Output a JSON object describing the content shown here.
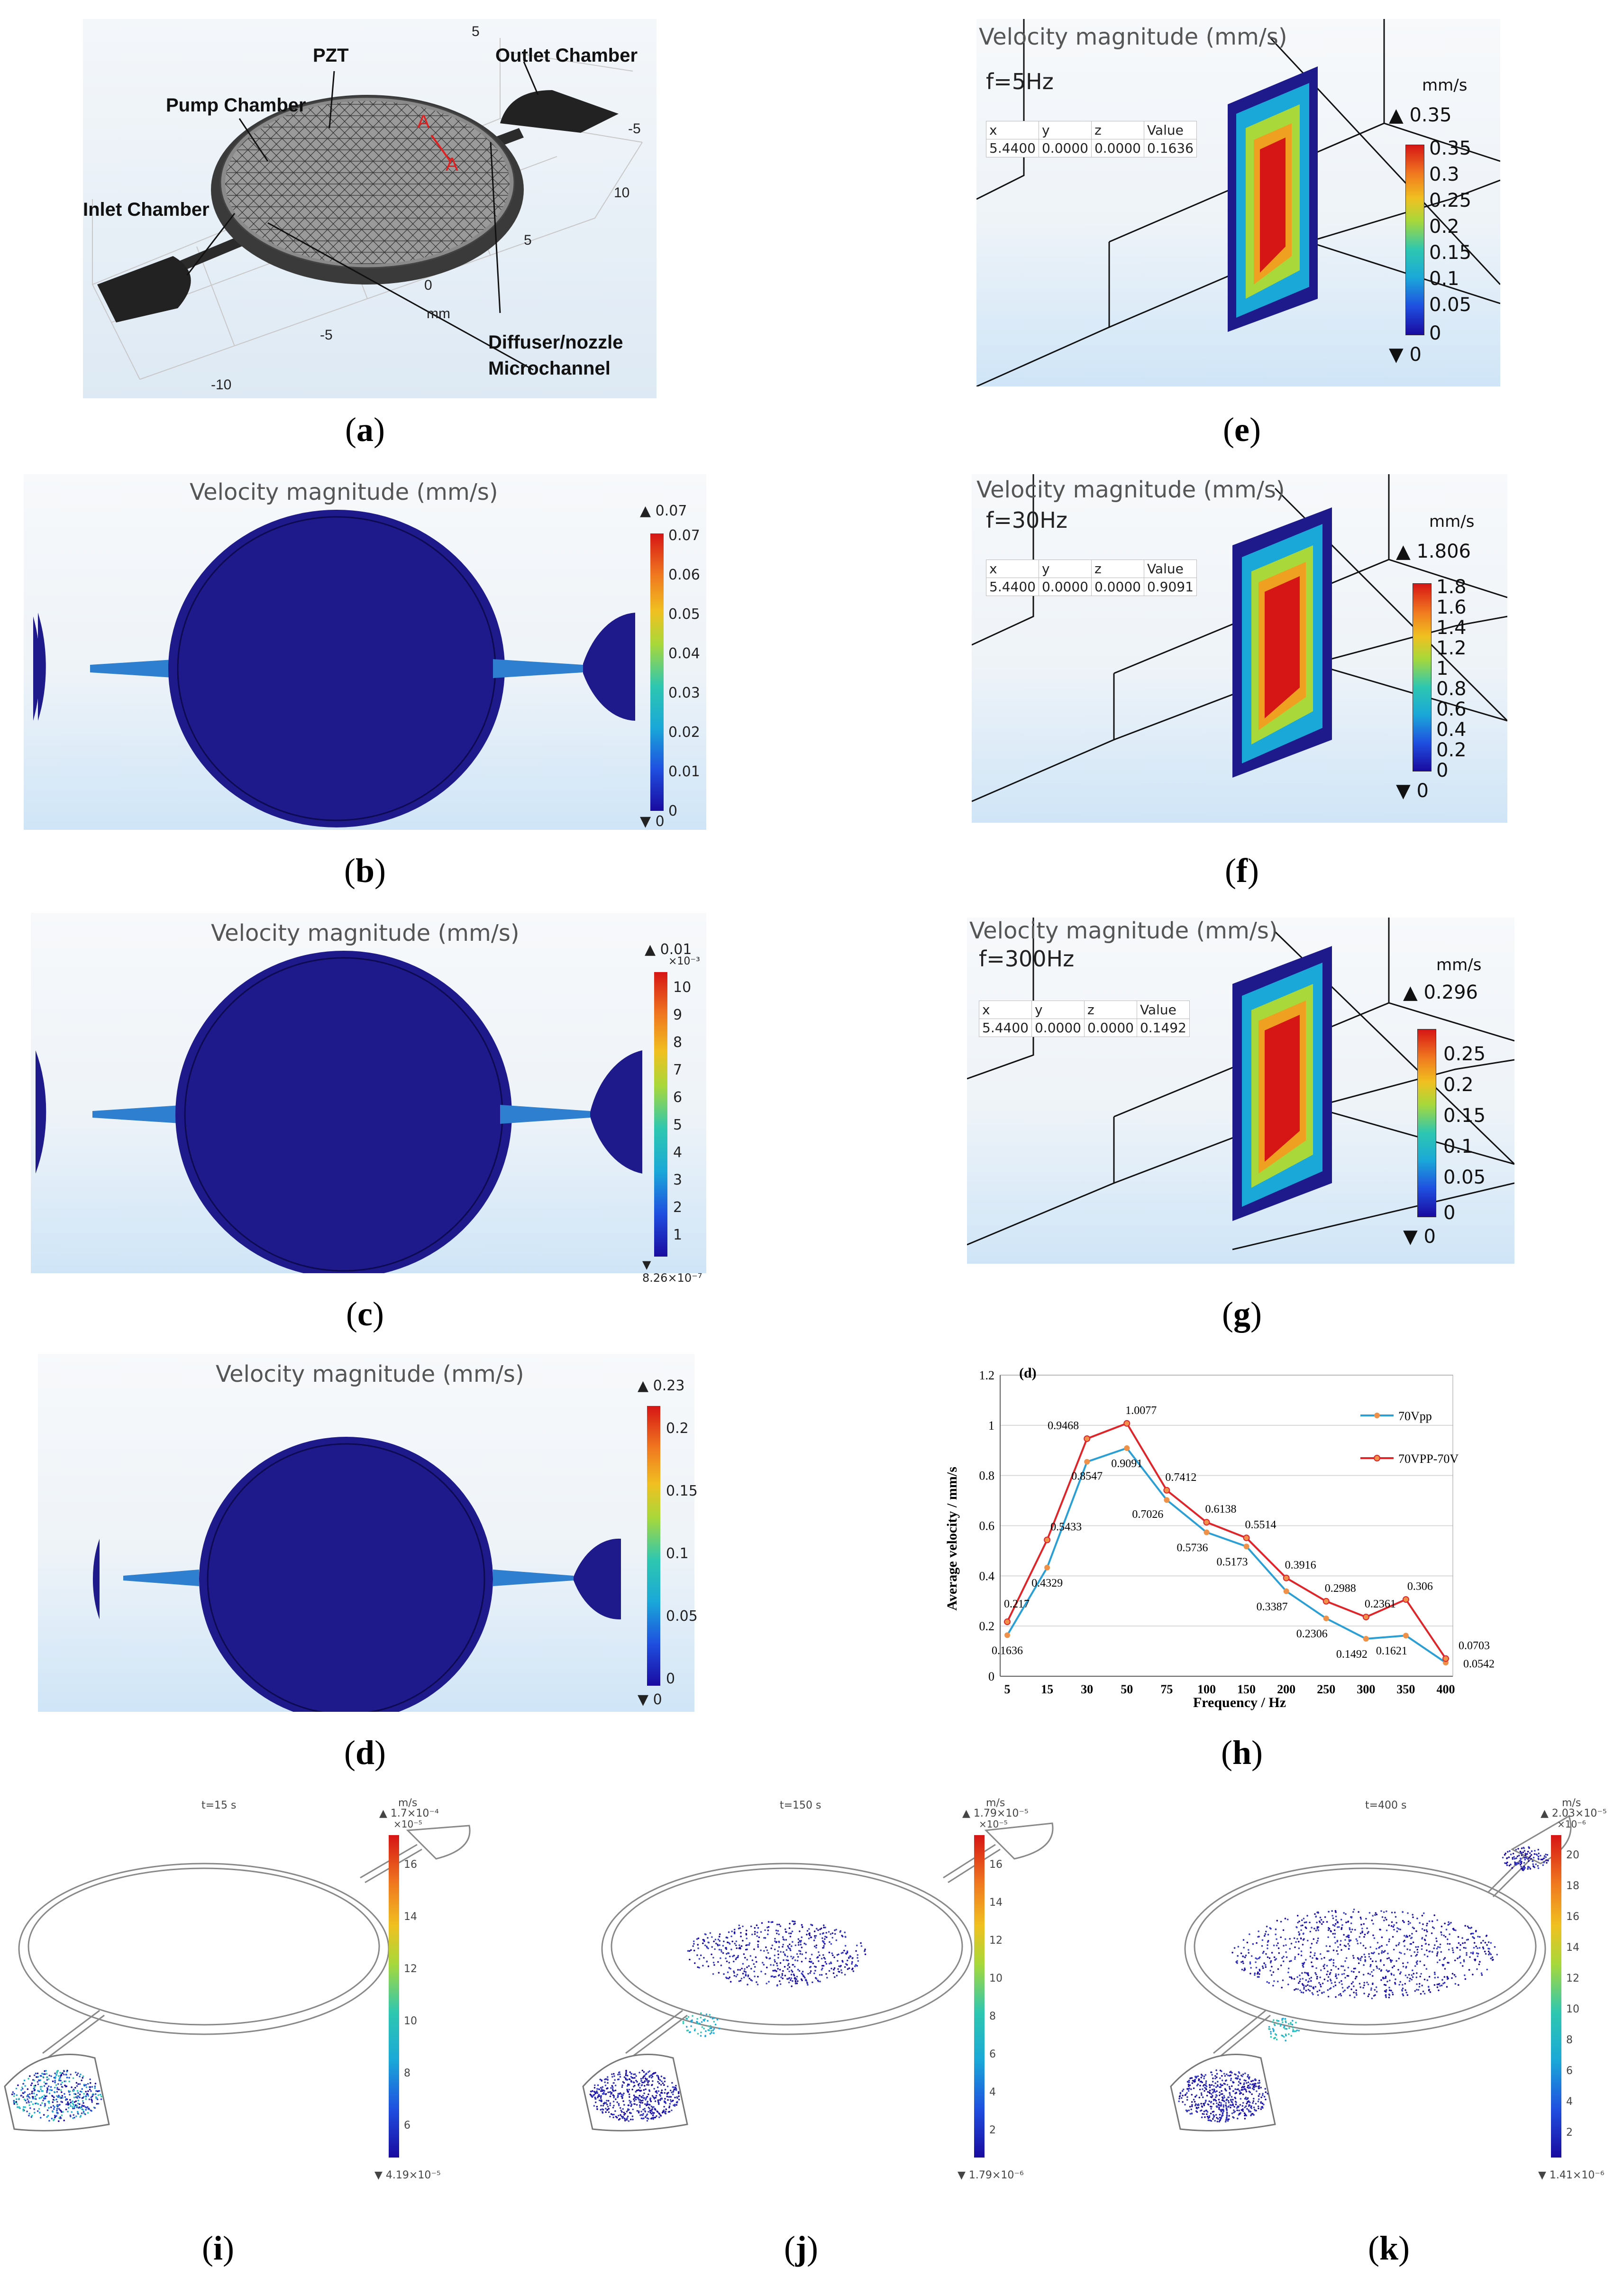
{
  "captions": {
    "a": "a",
    "b": "b",
    "c": "c",
    "d": "d",
    "e": "e",
    "f": "f",
    "g": "g",
    "h": "h",
    "i": "i",
    "j": "j",
    "k": "k"
  },
  "common": {
    "velocity_title": "Velocity magnitude (mm/s)",
    "unit_mms": "mm/s",
    "unit_ms": "m/s"
  },
  "panel_a": {
    "labels": {
      "pzt": "PZT",
      "pump_chamber": "Pump Chamber",
      "outlet_chamber": "Outlet Chamber",
      "inlet_chamber": "Inlet Chamber",
      "diffuser": "Diffuser/nozzle",
      "microchannel": "Microchannel",
      "section_a1": "A",
      "section_a2": "A",
      "unit": "mm"
    },
    "axis_numbers": [
      "5",
      "-5",
      "10",
      "5",
      "0",
      "-5",
      "-10"
    ]
  },
  "panel_b": {
    "max": "▲ 0.07",
    "min": "▼ 0",
    "ticks": [
      "0.07",
      "0.06",
      "0.05",
      "0.04",
      "0.03",
      "0.02",
      "0.01",
      "0"
    ]
  },
  "panel_c": {
    "max": "▲ 0.01",
    "exp": "×10⁻³",
    "min": "▼ 8.26×10⁻⁷",
    "ticks": [
      "10",
      "9",
      "8",
      "7",
      "6",
      "5",
      "4",
      "3",
      "2",
      "1"
    ]
  },
  "panel_d": {
    "max": "▲ 0.23",
    "min": "▼ 0",
    "ticks": [
      "0.2",
      "0.15",
      "0.1",
      "0.05",
      "0"
    ]
  },
  "panel_e": {
    "freq": "f=5Hz",
    "max": "▲ 0.35",
    "min": "▼ 0",
    "ticks": [
      "0.35",
      "0.3",
      "0.25",
      "0.2",
      "0.15",
      "0.1",
      "0.05",
      "0"
    ],
    "probe": {
      "headers": [
        "x",
        "y",
        "z",
        "Value"
      ],
      "values": [
        "5.4400",
        "0.0000",
        "0.0000",
        "0.1636"
      ]
    }
  },
  "panel_f": {
    "freq": "f=30Hz",
    "max": "▲ 1.806",
    "min": "▼ 0",
    "ticks": [
      "1.8",
      "1.6",
      "1.4",
      "1.2",
      "1",
      "0.8",
      "0.6",
      "0.4",
      "0.2",
      "0"
    ],
    "probe": {
      "headers": [
        "x",
        "y",
        "z",
        "Value"
      ],
      "values": [
        "5.4400",
        "0.0000",
        "0.0000",
        "0.9091"
      ]
    }
  },
  "panel_g": {
    "freq": "f=300Hz",
    "max": "▲ 0.296",
    "min": "▼ 0",
    "ticks": [
      "0.25",
      "0.2",
      "0.15",
      "0.1",
      "0.05",
      "0"
    ],
    "probe": {
      "headers": [
        "x",
        "y",
        "z",
        "Value"
      ],
      "values": [
        "5.4400",
        "0.0000",
        "0.0000",
        "0.1492"
      ]
    }
  },
  "panel_i": {
    "time": "t=15 s",
    "max": "▲ 1.7×10⁻⁴",
    "exp": "×10⁻⁵",
    "min": "▼ 4.19×10⁻⁵",
    "ticks": [
      "16",
      "14",
      "12",
      "10",
      "8",
      "6"
    ]
  },
  "panel_j": {
    "time": "t=150 s",
    "max": "▲ 1.79×10⁻⁵",
    "exp": "×10⁻⁵",
    "min": "▼ 1.79×10⁻⁶",
    "ticks": [
      "16",
      "14",
      "12",
      "10",
      "8",
      "6",
      "4",
      "2"
    ]
  },
  "panel_k": {
    "time": "t=400 s",
    "max": "▲ 2.03×10⁻⁵",
    "exp": "×10⁻⁶",
    "min": "▼ 1.41×10⁻⁶",
    "ticks": [
      "20",
      "18",
      "16",
      "14",
      "12",
      "10",
      "8",
      "6",
      "4",
      "2"
    ]
  },
  "chart_data": {
    "type": "line",
    "title": "(d)",
    "xlabel": "Frequency / Hz",
    "ylabel": "Average velocity / mm/s",
    "categories": [
      "5",
      "15",
      "30",
      "50",
      "75",
      "100",
      "150",
      "200",
      "250",
      "300",
      "350",
      "400"
    ],
    "ylim": [
      0,
      1.2
    ],
    "yticks": [
      "0",
      "0.2",
      "0.4",
      "0.6",
      "0.8",
      "1",
      "1.2"
    ],
    "legend": "right",
    "series": [
      {
        "name": "70Vpp",
        "color": "#2a9fd6",
        "values": [
          0.1636,
          0.4329,
          0.8547,
          0.9091,
          0.7026,
          0.5736,
          0.5173,
          0.3387,
          0.2306,
          0.1492,
          0.1621,
          0.0542
        ],
        "labels": [
          "0.1636",
          "0.4329",
          "0.8547",
          "0.9091",
          "0.7026",
          "0.5736",
          "0.5173",
          "0.3387",
          "0.2306",
          "0.1492",
          "0.1621",
          "0.0542"
        ]
      },
      {
        "name": "70VPP-70V",
        "color": "#e0252a",
        "values": [
          0.217,
          0.5433,
          0.9468,
          1.0077,
          0.7412,
          0.6138,
          0.5514,
          0.3916,
          0.2988,
          0.2361,
          0.306,
          0.0703
        ],
        "labels": [
          "0.217",
          "0.5433",
          "0.9468",
          "1.0077",
          "0.7412",
          "0.6138",
          "0.5514",
          "0.3916",
          "0.2988",
          "0.2361",
          "0.306",
          "0.0703"
        ]
      }
    ]
  }
}
